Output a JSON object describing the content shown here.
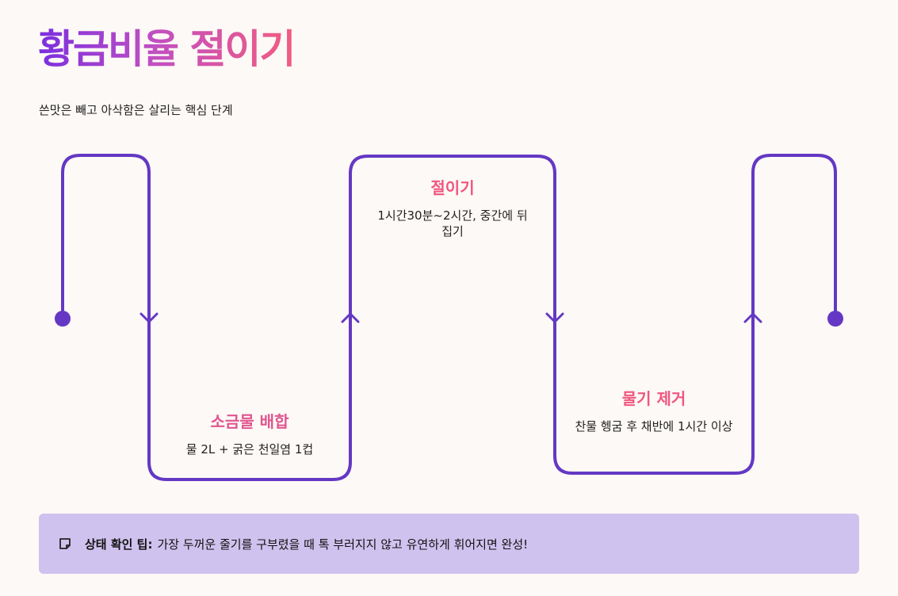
{
  "title": "황금비율 절이기",
  "subtitle": "쓴맛은 빼고 아삭함은 살리는 핵심 단계",
  "colors": {
    "path": "#6438c4",
    "gradient_start": "#7a2fe0",
    "gradient_end": "#f35c80",
    "tip_background": "#d0c2ee",
    "background": "#fdf9f6"
  },
  "steps": [
    {
      "title": "소금물 배합",
      "description": "물 2L + 굵은 천일염 1컵",
      "title_color": "#e0568f"
    },
    {
      "title": "절이기",
      "description": "1시간30분~2시간, 중간에 뒤집기",
      "title_color": "#f0567e"
    },
    {
      "title": "물기 제거",
      "description": "찬물 헹굼 후 채반에 1시간 이상",
      "title_color": "#f0567e"
    }
  ],
  "tip": {
    "icon": "note-icon",
    "label": "상태 확인 팁:",
    "text": "가장 두꺼운 줄기를 구부렸을 때 톡 부러지지 않고 유연하게 휘어지면 완성!"
  }
}
